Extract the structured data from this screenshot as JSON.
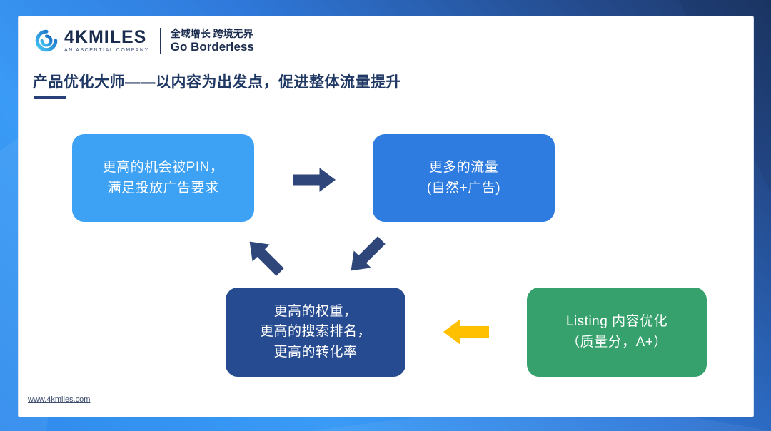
{
  "header": {
    "brand": "4KMILES",
    "brand_sub": "AN ASCENTIAL COMPANY",
    "tagline_cn": "全域增长 跨境无界",
    "tagline_en": "Go Borderless"
  },
  "title": {
    "text": "产品优化大师——以内容为出发点，促进整体流量提升"
  },
  "diagram": {
    "boxes": [
      {
        "id": "pin-opportunity",
        "line1": "更高的机会被PIN，",
        "line2": "满足投放广告要求",
        "color": "#3DA1F4"
      },
      {
        "id": "more-traffic",
        "line1": "更多的流量",
        "line2": "(自然+广告)",
        "color": "#2E7CE0"
      },
      {
        "id": "higher-weight",
        "line1": "更高的权重，",
        "line2": "更高的搜索排名，",
        "line3": "更高的转化率",
        "color": "#264B90"
      },
      {
        "id": "listing-optimization",
        "line1": "Listing 内容优化",
        "line2": "（质量分，A+）",
        "color": "#36A16C"
      }
    ],
    "arrow_colors": {
      "navy": "#2E4679",
      "yellow": "#FFC000"
    },
    "flow": [
      "pin-opportunity -> more-traffic",
      "more-traffic -> higher-weight",
      "higher-weight -> pin-opportunity",
      "listing-optimization -> higher-weight"
    ]
  },
  "footer": {
    "link": "www.4kmiles.com"
  },
  "colors": {
    "title": "#1F3864",
    "brand_navy": "#1B2C4E",
    "bg_bright_blue": "#3A9BF6",
    "bg_dark_navy": "#1C3767",
    "card_white": "#FFFFFF"
  }
}
